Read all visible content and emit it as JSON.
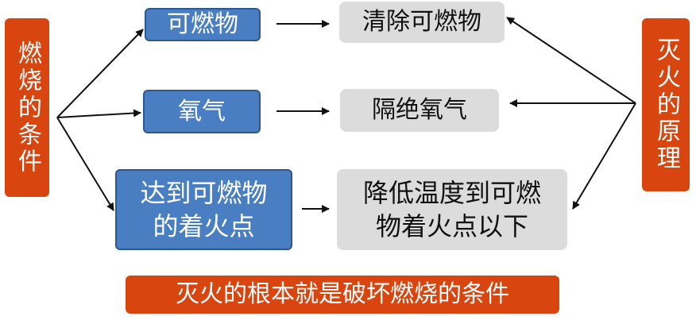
{
  "left_label": "燃烧的条件",
  "right_label": "灭火的原理",
  "conditions": [
    "可燃物",
    "氧气",
    "达到可燃物的着火点"
  ],
  "principles": [
    "清除可燃物",
    "隔绝氧气",
    "降低温度到可燃物着火点以下"
  ],
  "conclusion": "灭火的根本就是破坏燃烧的条件",
  "colors": {
    "orange": "#d9450f",
    "blue": "#4a7ec2",
    "gray": "#dcdcdc"
  }
}
